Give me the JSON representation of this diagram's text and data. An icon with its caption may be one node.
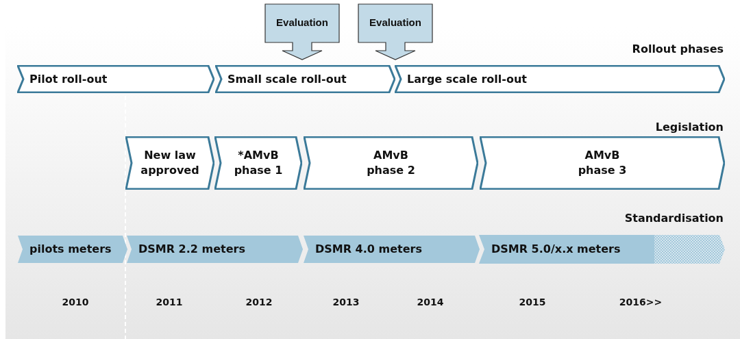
{
  "diagram": {
    "nodes": [
      {
        "text": [
          "Evaluation"
        ]
      },
      {
        "text": [
          "Evaluation"
        ]
      },
      {
        "text": [
          "Pilot roll-out"
        ]
      },
      {
        "text": [
          "Small scale roll-out"
        ]
      },
      {
        "text": [
          "Large scale roll-out"
        ]
      },
      {
        "text": [
          "New law approved"
        ]
      },
      {
        "text": [
          "*AMvB phase 1"
        ]
      },
      {
        "text": [
          "AMvB phase 2"
        ]
      },
      {
        "text": [
          "AMvB phase 3"
        ]
      },
      {
        "text": [
          "pilots meters"
        ]
      },
      {
        "text": [
          "DSMR 2.2 meters"
        ]
      },
      {
        "text": [
          "DSMR 4.0 meters"
        ]
      },
      {
        "text": [
          "DSMR 5.0/x.x meters"
        ]
      }
    ],
    "labels": [
      "Rollout phases",
      "Legislation",
      "Standardisation",
      "2010",
      "2011",
      "2012",
      "2013",
      "2014",
      "2015",
      "2016>>"
    ]
  }
}
